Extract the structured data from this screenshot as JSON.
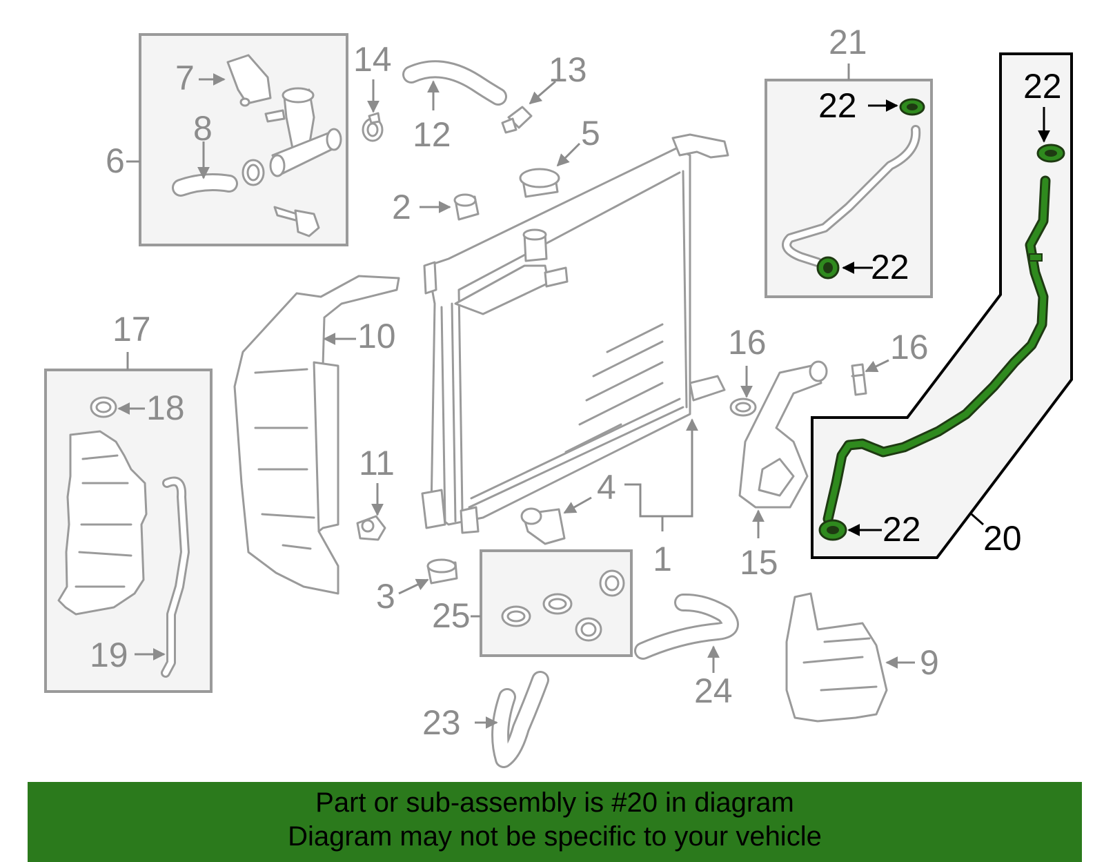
{
  "callouts": {
    "c1": "1",
    "c2": "2",
    "c3": "3",
    "c4": "4",
    "c5": "5",
    "c6": "6",
    "c7": "7",
    "c8": "8",
    "c9": "9",
    "c10": "10",
    "c11": "11",
    "c12": "12",
    "c13": "13",
    "c14": "14",
    "c15": "15",
    "c16a": "16",
    "c16b": "16",
    "c17": "17",
    "c18": "18",
    "c19": "19",
    "c20": "20",
    "c21": "21",
    "c22_box21_top": "22",
    "c22_box21_bottom": "22",
    "c22_box20_top": "22",
    "c22_box20_bottom": "22",
    "c23": "23",
    "c24": "24",
    "c25": "25"
  },
  "highlight": {
    "part_number": "20",
    "hose_color": "#2f8a1e",
    "hose_outline_color": "#1e3a12"
  },
  "banner": {
    "line1": "Part or sub-assembly is #20 in diagram",
    "line2": "Diagram may not be specific to your vehicle",
    "background": "#2b7a1c"
  }
}
